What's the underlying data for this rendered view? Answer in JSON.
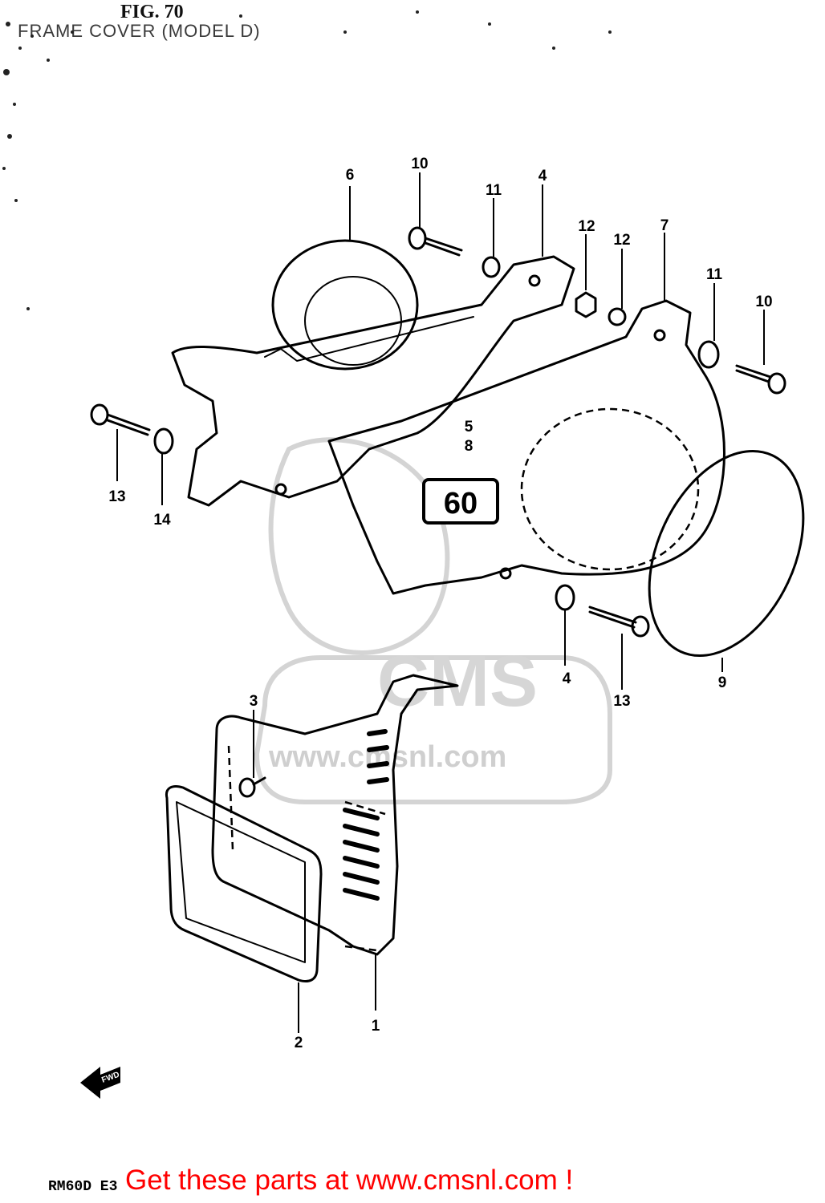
{
  "header": {
    "title": "FRAME COVER (MODEL D)",
    "fig_label": "FIG. 70"
  },
  "callouts": [
    {
      "id": "c6",
      "label": "6"
    },
    {
      "id": "c10a",
      "label": "10"
    },
    {
      "id": "c11a",
      "label": "11"
    },
    {
      "id": "c4a",
      "label": "4"
    },
    {
      "id": "c12a",
      "label": "12"
    },
    {
      "id": "c12b",
      "label": "12"
    },
    {
      "id": "c7",
      "label": "7"
    },
    {
      "id": "c11b",
      "label": "11"
    },
    {
      "id": "c10b",
      "label": "10"
    },
    {
      "id": "c5",
      "label": "5"
    },
    {
      "id": "c8",
      "label": "8"
    },
    {
      "id": "c13a",
      "label": "13"
    },
    {
      "id": "c14",
      "label": "14"
    },
    {
      "id": "c4b",
      "label": "4"
    },
    {
      "id": "c13b",
      "label": "13"
    },
    {
      "id": "c9",
      "label": "9"
    },
    {
      "id": "c3",
      "label": "3"
    },
    {
      "id": "c1",
      "label": "1"
    },
    {
      "id": "c2",
      "label": "2"
    }
  ],
  "watermark": {
    "logo": "CMS",
    "url": "www.cmsnl.com"
  },
  "decal_text": "60",
  "direction_label": "FWD",
  "footer": {
    "model_code": "RM60D E3",
    "promo": "Get these parts at www.cmsnl.com !"
  }
}
